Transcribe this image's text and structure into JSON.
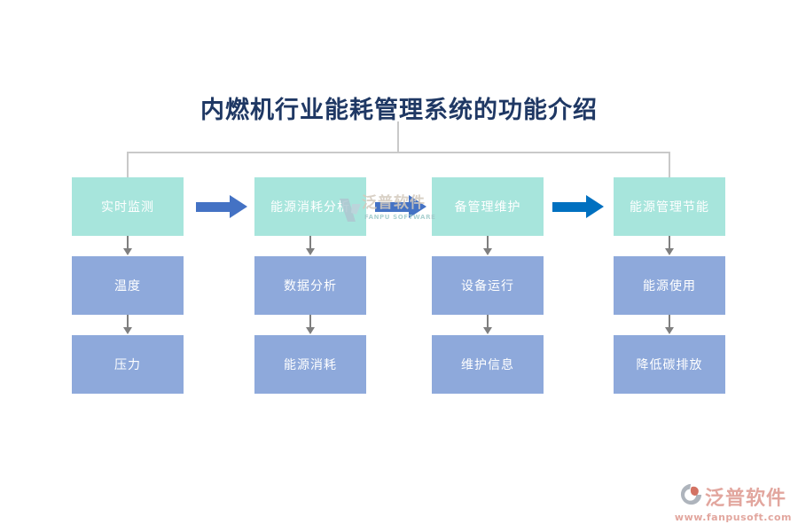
{
  "title": "内燃机行业能耗管理系统的功能介绍",
  "columns": [
    {
      "header": "实时监测",
      "items": [
        "温度",
        "压力"
      ]
    },
    {
      "header": "能源消耗分析",
      "items": [
        "数据分析",
        "能源消耗"
      ]
    },
    {
      "header": "备管理维护",
      "items": [
        "设备运行",
        "维护信息"
      ]
    },
    {
      "header": "能源管理节能",
      "items": [
        "能源使用",
        "降低碳排放"
      ]
    }
  ],
  "watermark": {
    "name": "泛普软件",
    "sub": "FANPU SOFTWARE"
  },
  "brand": {
    "name": "泛普软件",
    "url": "www.fanpusoft.com"
  },
  "icons": {
    "flow_arrow": "right-arrow-icon",
    "step_arrow": "down-arrow-icon",
    "watermark_mark": "fanpu-v-icon",
    "brand_mark": "fanpu-logo-icon"
  },
  "colors": {
    "title": "#1F3864",
    "header_box": "#A7E5DC",
    "item_box": "#8EA9DB",
    "box_text": "#FFFFFF",
    "connector_line": "#C9C9C9",
    "down_arrow": "#7F7F7F",
    "flow_arrow_1_2": "#4472C4",
    "flow_arrow_3": "#0070C0",
    "brand_text": "#DB9187"
  }
}
